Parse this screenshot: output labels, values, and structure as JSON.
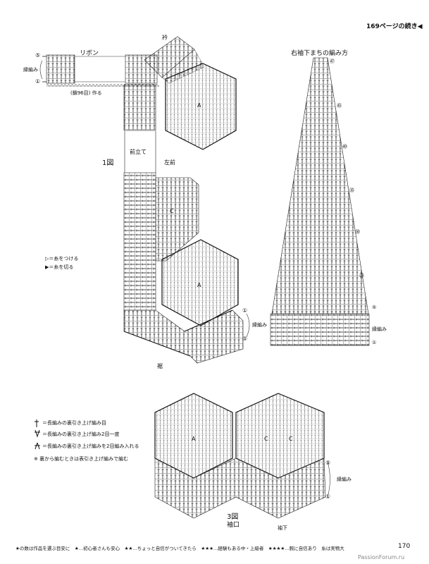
{
  "header": {
    "continuation": "169ページの続き",
    "arrow": "◀"
  },
  "fig1": {
    "ribbon": "リボン",
    "collar": "衿",
    "front_band": "前立て",
    "left_front": "左前",
    "hem": "裾",
    "fig_label": "1図",
    "chain_note": "(鎖96目) 作る",
    "edging": "縁編み",
    "motif_a": "A",
    "motif_c": "C",
    "row_marks": [
      "⑤",
      "①",
      "①",
      "⑤"
    ]
  },
  "sleeve": {
    "title": "右袖下まちの編み方",
    "row_marks": [
      "㊼",
      "㊺",
      "㊵",
      "㉟",
      "㉚",
      "㉕",
      "⑤",
      "①"
    ],
    "edging": "縁編み"
  },
  "legend_small": {
    "attach_symbol": "▷",
    "attach": "＝糸をつける",
    "cut_symbol": "▶",
    "cut": "＝糸を切る"
  },
  "stitch_legend": [
    {
      "text": "＝長編みの裏引き上げ編み目"
    },
    {
      "text": "＝長編みの裏引き上げ編み2目一度"
    },
    {
      "text": "＝長編みの裏引き上げ編みを2目編み入れる"
    }
  ],
  "stitch_note": "※ 裏から編むときは表引き上げ編みで編む",
  "fig3": {
    "fig_label": "3図",
    "cuff": "袖口",
    "underarm": "袖下",
    "edging": "縁編み",
    "motif_a": "A",
    "motif_c1": "C",
    "motif_c2": "C",
    "row_marks": [
      "⑤",
      "①"
    ]
  },
  "footer": {
    "difficulty": "★の数は作品を選ぶ目安に　★…初心者さんも安心　★★…ちょっと自信がついてきたら　★★★…経験もある中・上級者　★★★★…腕に自信あり　糸は実物大",
    "page_number": "170",
    "watermark": "PassionForum.ru"
  }
}
